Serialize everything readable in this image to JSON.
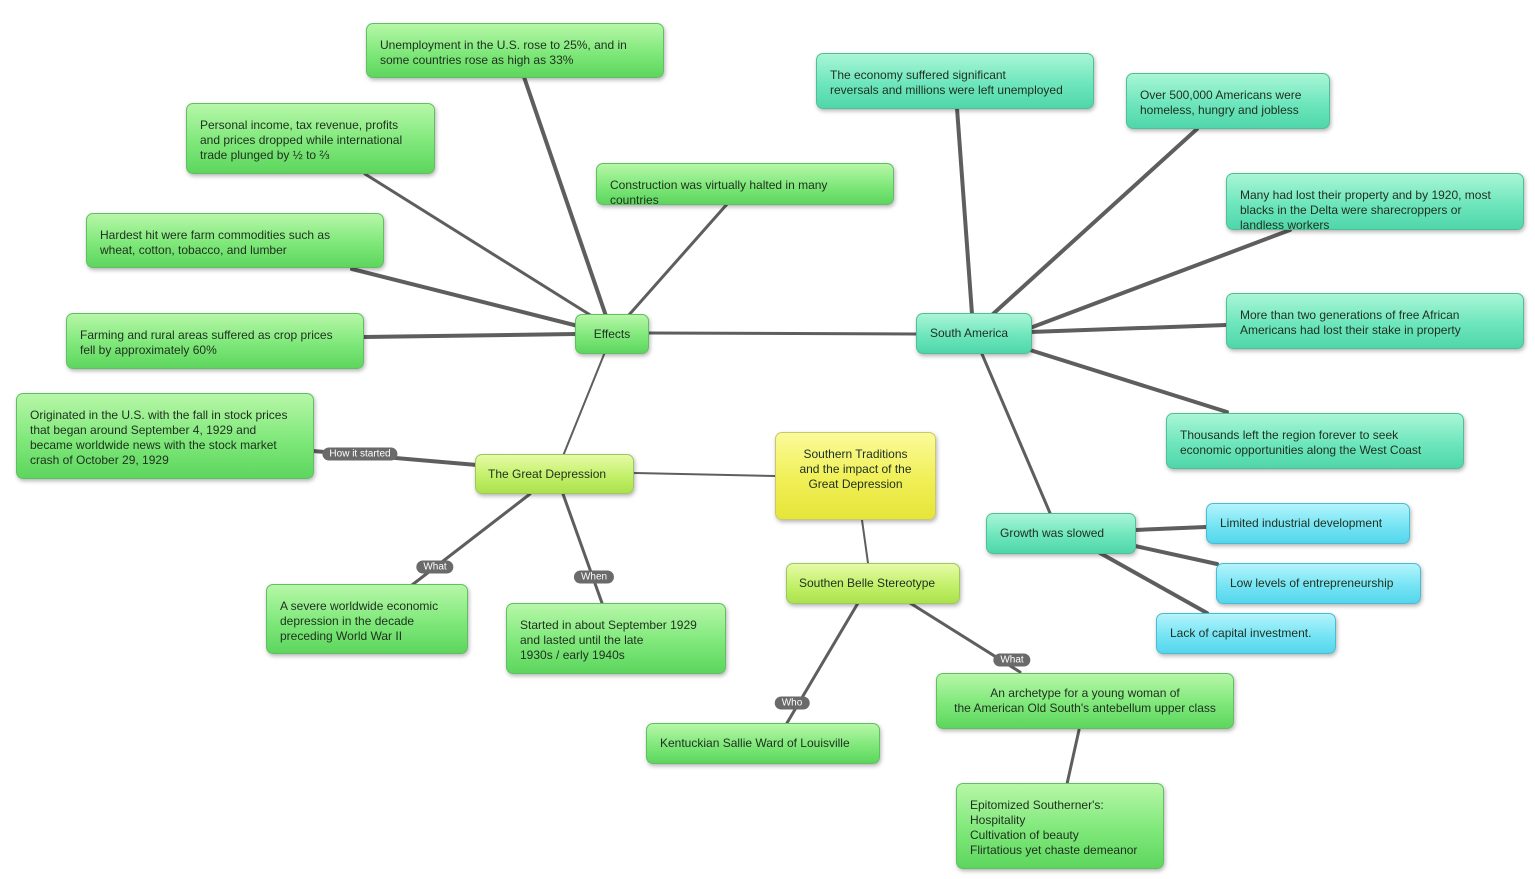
{
  "root": {
    "text": "Southern Traditions\nand the impact of the\nGreat Depression"
  },
  "great_depression": {
    "title": "The Great Depression",
    "how_label": "How it started",
    "how_text": "Originated in the U.S. with the fall in stock prices\nthat began around September 4, 1929 and\nbecame worldwide news with the stock market\ncrash of October 29, 1929",
    "what_label": "What",
    "what_text": "A severe worldwide economic\ndepression in the decade\npreceding World War II",
    "when_label": "When",
    "when_text": "Started in about September 1929\nand lasted until the late\n1930s / early 1940s"
  },
  "effects": {
    "title": "Effects",
    "items": [
      "Unemployment in the U.S. rose to 25%, and in\nsome countries rose as high as 33%",
      "Personal income, tax revenue, profits\nand prices dropped while international\ntrade plunged by ½ to ⅔",
      "Construction was virtually halted in many\ncountries",
      "Hardest hit were farm commodities such as\nwheat, cotton, tobacco, and lumber",
      "Farming and rural areas suffered as crop prices\nfell by approximately 60%"
    ]
  },
  "south_america": {
    "title": "South America",
    "items": [
      "The economy suffered significant\nreversals and millions were left unemployed",
      "Over 500,000 Americans were\nhomeless, hungry and jobless",
      "Many had lost their property and by 1920, most\nblacks in the Delta were sharecroppers or\nlandless workers",
      "More than two generations of free African\nAmericans had lost their stake in property",
      "Thousands left the region forever to seek\neconomic opportunities along the West Coast"
    ],
    "growth": {
      "title": "Growth was slowed",
      "items": [
        "Limited industrial development",
        "Low levels of entrepreneurship",
        "Lack of capital investment."
      ]
    }
  },
  "belle": {
    "title": "Southen Belle Stereotype",
    "who_label": "Who",
    "who_text": "Kentuckian Sallie Ward of Louisville",
    "what_label": "What",
    "what_text": "An archetype for a young woman of\nthe American Old South's antebellum upper class",
    "epitomized": "Epitomized Southerner's:\nHospitality\nCultivation of beauty\nFlirtatious yet chaste demeanor"
  }
}
